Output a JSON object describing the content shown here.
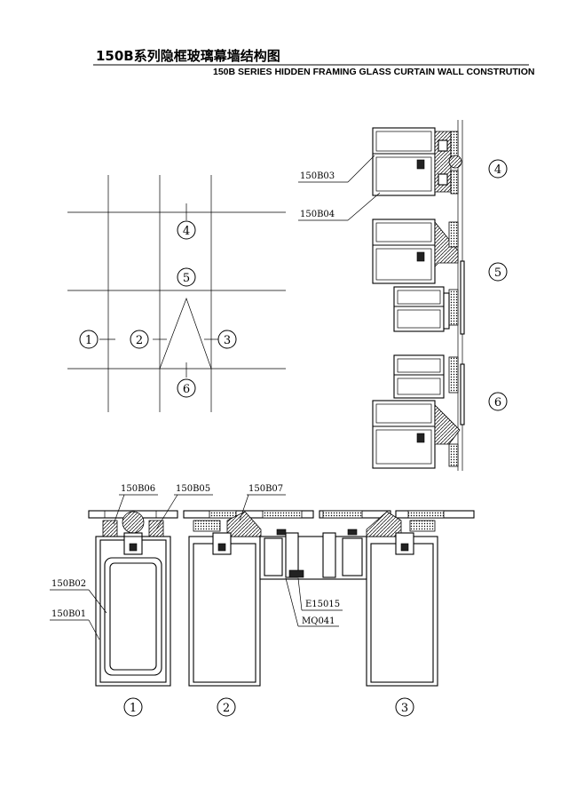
{
  "title": {
    "cn": "150B系列隐框玻璃幕墙结构图",
    "en": "150B SERIES HIDDEN FRAMING GLASS CURTAIN WALL  CONSTRUTION"
  },
  "elevation_markers": [
    "1",
    "2",
    "3",
    "4",
    "5",
    "6"
  ],
  "vertical_section": {
    "labels": [
      "150B03",
      "150B04"
    ],
    "markers": [
      "4",
      "5",
      "6"
    ]
  },
  "horizontal_section": {
    "labels": [
      "150B06",
      "150B05",
      "150B07",
      "150B02",
      "150B01",
      "E15015",
      "MQ041"
    ],
    "markers": [
      "1",
      "2",
      "3"
    ]
  }
}
